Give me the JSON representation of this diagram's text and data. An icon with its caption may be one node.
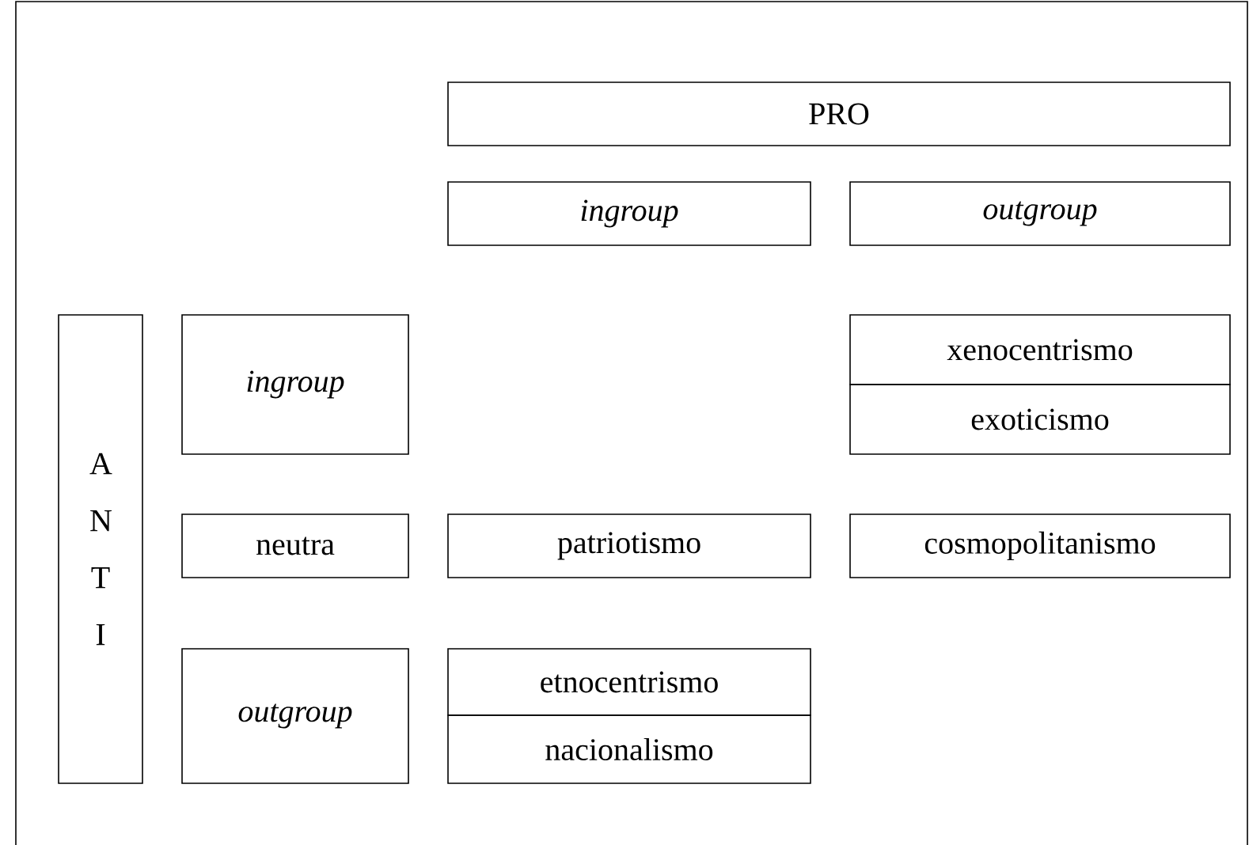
{
  "diagram": {
    "nodes": [
      {
        "text": [
          "PRO"
        ]
      },
      {
        "text": [
          "ingroup"
        ]
      },
      {
        "text": [
          "outgroup"
        ]
      },
      {
        "text": [
          "A N T I"
        ]
      },
      {
        "text": [
          "ingroup"
        ]
      },
      {
        "text": [
          "xenocentrismo"
        ]
      },
      {
        "text": [
          "exoticismo"
        ]
      },
      {
        "text": [
          "neutra"
        ]
      },
      {
        "text": [
          "patriotismo"
        ]
      },
      {
        "text": [
          "cosmopolitanismo"
        ]
      },
      {
        "text": [
          "outgroup"
        ]
      },
      {
        "text": [
          "etnocentrismo"
        ]
      },
      {
        "text": [
          "nacionalismo"
        ]
      }
    ]
  }
}
